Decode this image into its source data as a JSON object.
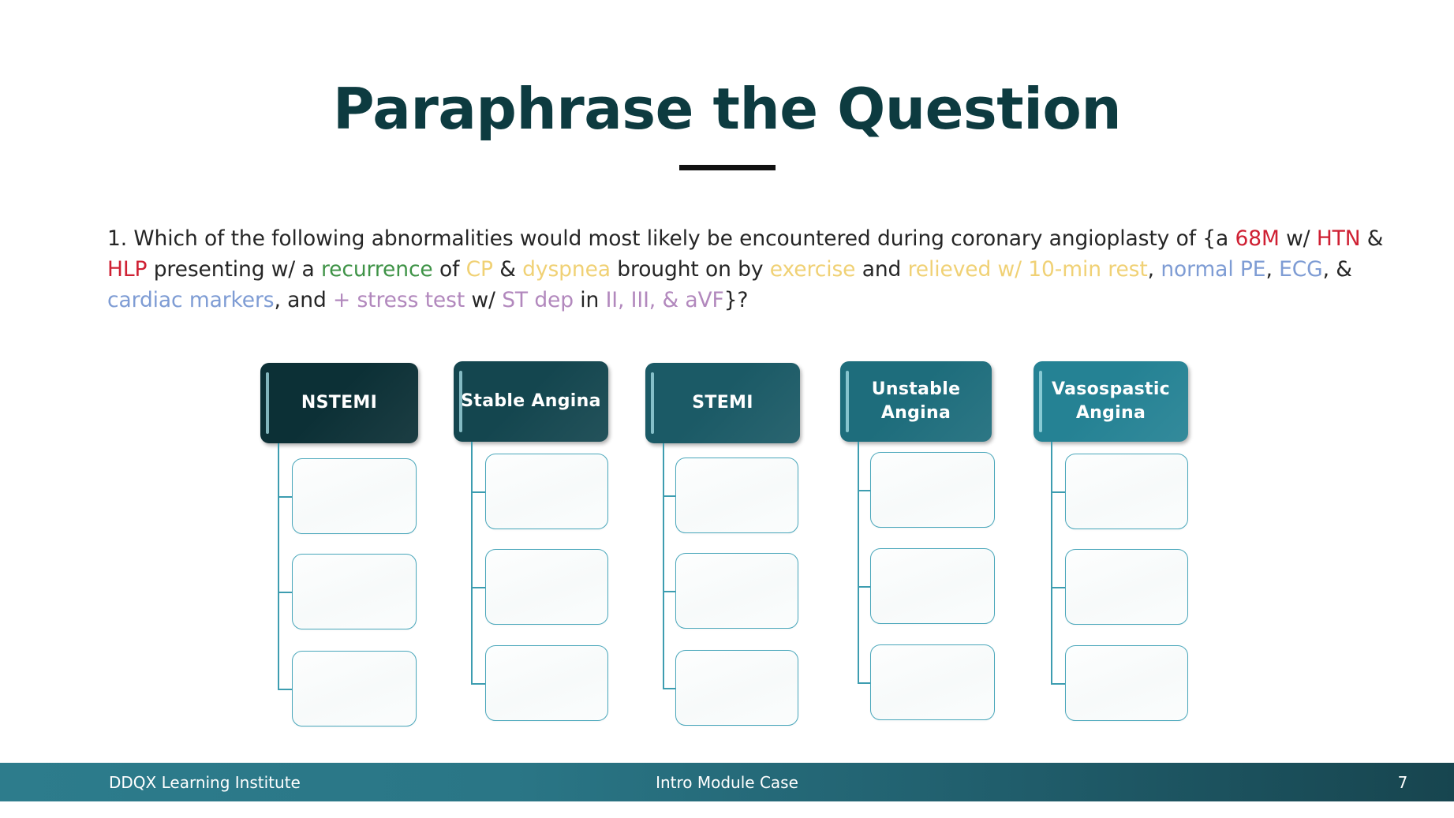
{
  "slide": {
    "title": "Paraphrase the Question",
    "question": {
      "segments": [
        {
          "text": "1. Which of the following abnormalities would most likely be encountered during coronary angioplasty of {a ",
          "color": "default"
        },
        {
          "text": "68M",
          "color": "red"
        },
        {
          "text": " w/ ",
          "color": "default"
        },
        {
          "text": "HTN",
          "color": "red"
        },
        {
          "text": " & ",
          "color": "default"
        },
        {
          "text": "HLP",
          "color": "red"
        },
        {
          "text": " presenting w/ a ",
          "color": "default"
        },
        {
          "text": "recurrence",
          "color": "green"
        },
        {
          "text": " of ",
          "color": "default"
        },
        {
          "text": "CP",
          "color": "yellow"
        },
        {
          "text": " & ",
          "color": "default"
        },
        {
          "text": "dyspnea",
          "color": "yellow"
        },
        {
          "text": " brought on by ",
          "color": "default"
        },
        {
          "text": "exercise",
          "color": "yellow"
        },
        {
          "text": " and ",
          "color": "default"
        },
        {
          "text": "relieved w/ 10-min rest",
          "color": "yellow"
        },
        {
          "text": ", ",
          "color": "default"
        },
        {
          "text": "normal PE",
          "color": "blue"
        },
        {
          "text": ", ",
          "color": "default"
        },
        {
          "text": "ECG",
          "color": "blue"
        },
        {
          "text": ", & ",
          "color": "default"
        },
        {
          "text": "cardiac markers",
          "color": "blue"
        },
        {
          "text": ", and ",
          "color": "default"
        },
        {
          "text": "+ stress test",
          "color": "purple"
        },
        {
          "text": " w/ ",
          "color": "default"
        },
        {
          "text": "ST dep",
          "color": "purple"
        },
        {
          "text": " in ",
          "color": "default"
        },
        {
          "text": "II, III, & aVF",
          "color": "purple"
        },
        {
          "text": "}?",
          "color": "default"
        }
      ],
      "highlight_colors": {
        "red": "#cf2033",
        "green": "#3f9347",
        "yellow": "#f0d175",
        "blue": "#7e9cd4",
        "purple": "#b288bd",
        "default": "#262626"
      }
    },
    "columns": [
      {
        "label": "NSTEMI",
        "header_color": "#0c3036",
        "blank_count": 3
      },
      {
        "label": "Stable Angina",
        "header_color": "#14464f",
        "blank_count": 3
      },
      {
        "label": "STEMI",
        "header_color": "#1b5a66",
        "blank_count": 3
      },
      {
        "label": "Unstable Angina",
        "header_color": "#1e6d7c",
        "blank_count": 3
      },
      {
        "label": "Vasospastic Angina",
        "header_color": "#258294",
        "blank_count": 3
      }
    ],
    "accent_line_color": "#3d9db0",
    "blank_box_border_color": "#4aa7bb",
    "title_color": "#0d3b40"
  },
  "footer": {
    "left": "DDQX Learning Institute",
    "center": "Intro Module Case",
    "page_number": "7"
  }
}
